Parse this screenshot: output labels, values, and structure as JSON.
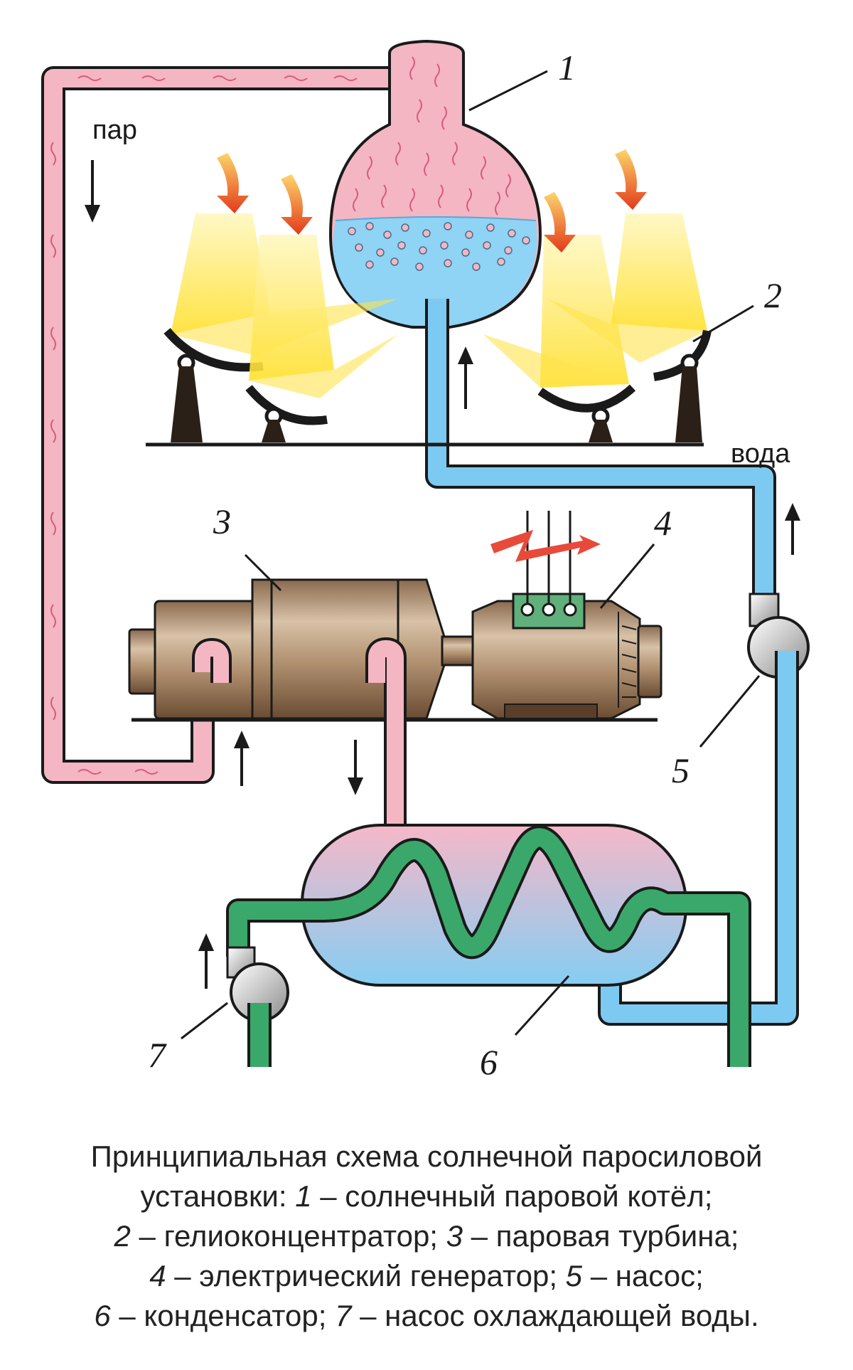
{
  "labels": {
    "steam": "пар",
    "water": "вода",
    "n1": "1",
    "n2": "2",
    "n3": "3",
    "n4": "4",
    "n5": "5",
    "n6": "6",
    "n7": "7"
  },
  "caption": {
    "line1": "Принципиальная схема солнечной паросиловой",
    "line2_a": "установки: ",
    "line2_n": "1",
    "line2_b": " – солнечный паровой котёл;",
    "line3_n1": "2",
    "line3_a": " – гелиоконцентратор; ",
    "line3_n2": "3",
    "line3_b": " – паровая турбина;",
    "line4_n1": "4",
    "line4_a": " – электрический генератор; ",
    "line4_n2": "5",
    "line4_b": " – насос;",
    "line5_n1": "6",
    "line5_a": " – конденсатор; ",
    "line5_n2": "7",
    "line5_b": " – насос охлаждающей воды."
  },
  "colors": {
    "steam": "#f4b6c2",
    "water": "#7ccaf2",
    "cooling": "#3aa86a",
    "turbine": "#a8876a",
    "sun_ray": "#ffe34d",
    "heat_arrow": "#e8401c"
  }
}
